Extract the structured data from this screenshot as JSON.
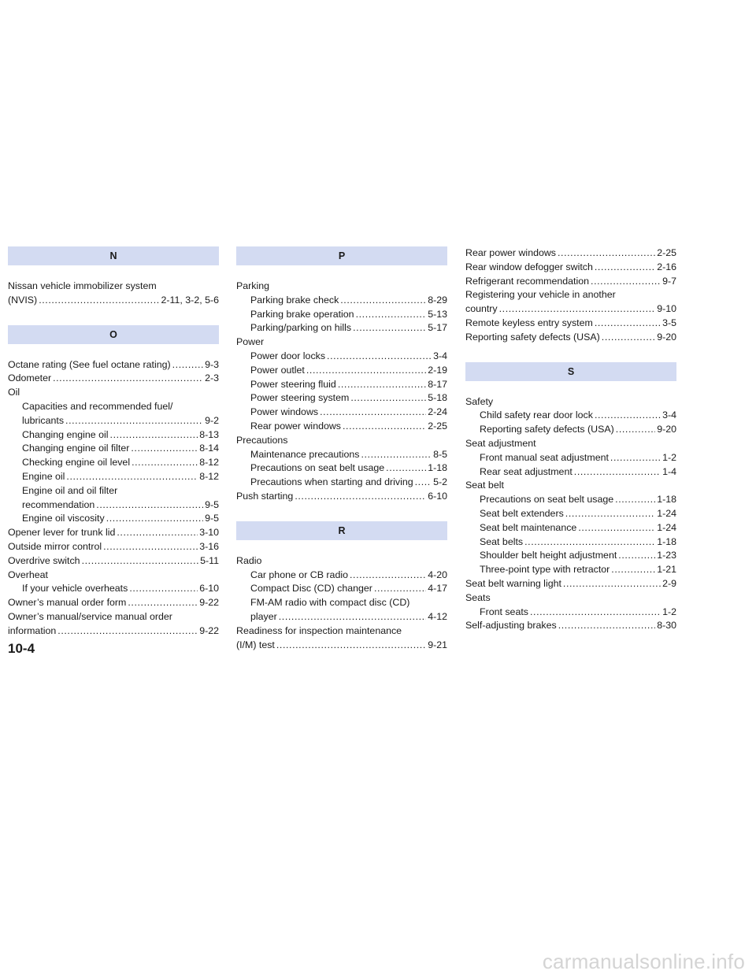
{
  "columns": [
    {
      "sections": [
        {
          "letter": "N",
          "entries": [
            {
              "pre": "Nissan vehicle immobilizer system",
              "text": "(NVIS)",
              "page": "2-11, 3-2, 5-6",
              "indent": false
            }
          ]
        },
        {
          "letter": "O",
          "entries": [
            {
              "text": "Octane rating (See fuel octane rating)",
              "page": "9-3",
              "indent": false
            },
            {
              "text": "Odometer",
              "page": "2-3",
              "indent": false
            },
            {
              "text": "Oil",
              "page": "",
              "indent": false
            },
            {
              "pre": "Capacities and recommended fuel/",
              "text": "lubricants",
              "page": "9-2",
              "indent": true
            },
            {
              "text": "Changing engine oil",
              "page": "8-13",
              "indent": true
            },
            {
              "text": "Changing engine oil filter",
              "page": "8-14",
              "indent": true
            },
            {
              "text": "Checking engine oil level",
              "page": "8-12",
              "indent": true
            },
            {
              "text": "Engine oil",
              "page": "8-12",
              "indent": true
            },
            {
              "pre": "Engine oil and oil filter",
              "text": "recommendation",
              "page": "9-5",
              "indent": true
            },
            {
              "text": "Engine oil viscosity",
              "page": "9-5",
              "indent": true
            },
            {
              "text": "Opener lever for trunk lid",
              "page": "3-10",
              "indent": false
            },
            {
              "text": "Outside mirror control",
              "page": "3-16",
              "indent": false
            },
            {
              "text": "Overdrive switch",
              "page": "5-11",
              "indent": false
            },
            {
              "text": "Overheat",
              "page": "",
              "indent": false
            },
            {
              "text": "If your vehicle overheats",
              "page": "6-10",
              "indent": true
            },
            {
              "text": "Owner’s manual order form",
              "page": "9-22",
              "indent": false
            },
            {
              "pre": "Owner’s manual/service manual order",
              "text": "information",
              "page": "9-22",
              "indent": false
            }
          ]
        }
      ]
    },
    {
      "sections": [
        {
          "letter": "P",
          "entries": [
            {
              "text": "Parking",
              "page": "",
              "indent": false
            },
            {
              "text": "Parking brake check",
              "page": "8-29",
              "indent": true
            },
            {
              "text": "Parking brake operation",
              "page": "5-13",
              "indent": true
            },
            {
              "text": "Parking/parking on hills",
              "page": "5-17",
              "indent": true
            },
            {
              "text": "Power",
              "page": "",
              "indent": false
            },
            {
              "text": "Power door locks",
              "page": "3-4",
              "indent": true
            },
            {
              "text": "Power outlet",
              "page": "2-19",
              "indent": true
            },
            {
              "text": "Power steering fluid",
              "page": "8-17",
              "indent": true
            },
            {
              "text": "Power steering system",
              "page": "5-18",
              "indent": true
            },
            {
              "text": "Power windows",
              "page": "2-24",
              "indent": true
            },
            {
              "text": "Rear power windows",
              "page": "2-25",
              "indent": true
            },
            {
              "text": "Precautions",
              "page": "",
              "indent": false
            },
            {
              "text": "Maintenance precautions",
              "page": "8-5",
              "indent": true
            },
            {
              "text": "Precautions on seat belt usage",
              "page": "1-18",
              "indent": true
            },
            {
              "text": "Precautions when starting and driving",
              "page": "5-2",
              "indent": true
            },
            {
              "text": "Push starting",
              "page": "6-10",
              "indent": false
            }
          ]
        },
        {
          "letter": "R",
          "entries": [
            {
              "text": "Radio",
              "page": "",
              "indent": false
            },
            {
              "text": "Car phone or CB radio",
              "page": "4-20",
              "indent": true
            },
            {
              "text": "Compact Disc (CD) changer",
              "page": "4-17",
              "indent": true
            },
            {
              "pre": "FM-AM radio with compact disc (CD)",
              "text": "player",
              "page": "4-12",
              "indent": true
            },
            {
              "pre": "Readiness for inspection maintenance",
              "text": "(I/M) test",
              "page": "9-21",
              "indent": false
            }
          ]
        }
      ]
    },
    {
      "sections": [
        {
          "letter": "",
          "entries": [
            {
              "text": "Rear power windows",
              "page": "2-25",
              "indent": false
            },
            {
              "text": "Rear window defogger switch",
              "page": "2-16",
              "indent": false
            },
            {
              "text": "Refrigerant recommendation",
              "page": "9-7",
              "indent": false
            },
            {
              "pre": "Registering your vehicle in another",
              "text": "country",
              "page": "9-10",
              "indent": false
            },
            {
              "text": "Remote keyless entry system",
              "page": "3-5",
              "indent": false
            },
            {
              "text": "Reporting safety defects (USA)",
              "page": "9-20",
              "indent": false
            }
          ]
        },
        {
          "letter": "S",
          "entries": [
            {
              "text": "Safety",
              "page": "",
              "indent": false
            },
            {
              "text": "Child safety rear door lock",
              "page": "3-4",
              "indent": true
            },
            {
              "text": "Reporting safety defects (USA)",
              "page": "9-20",
              "indent": true
            },
            {
              "text": "Seat adjustment",
              "page": "",
              "indent": false
            },
            {
              "text": "Front manual seat adjustment",
              "page": "1-2",
              "indent": true
            },
            {
              "text": "Rear seat adjustment",
              "page": "1-4",
              "indent": true
            },
            {
              "text": "Seat belt",
              "page": "",
              "indent": false
            },
            {
              "text": "Precautions on seat belt usage",
              "page": "1-18",
              "indent": true
            },
            {
              "text": "Seat belt extenders",
              "page": "1-24",
              "indent": true
            },
            {
              "text": "Seat belt maintenance",
              "page": "1-24",
              "indent": true
            },
            {
              "text": "Seat belts",
              "page": "1-18",
              "indent": true
            },
            {
              "text": "Shoulder belt height adjustment",
              "page": "1-23",
              "indent": true
            },
            {
              "text": "Three-point type with retractor",
              "page": "1-21",
              "indent": true
            },
            {
              "text": "Seat belt warning light",
              "page": "2-9",
              "indent": false
            },
            {
              "text": "Seats",
              "page": "",
              "indent": false
            },
            {
              "text": "Front seats",
              "page": "1-2",
              "indent": true
            },
            {
              "text": "Self-adjusting brakes",
              "page": "8-30",
              "indent": false
            }
          ]
        }
      ]
    }
  ],
  "page_number": "10-4",
  "watermark": "carmanualsonline.info",
  "colors": {
    "header_bg": "#d3dbf2",
    "text": "#1a1a1a"
  }
}
